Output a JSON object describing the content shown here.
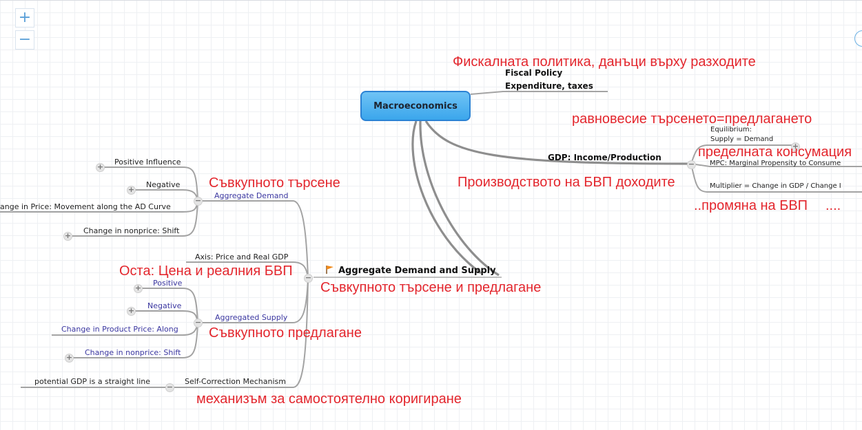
{
  "zoom": {
    "in_label": "+",
    "out_label": "−"
  },
  "root": {
    "label": "Macroeconomics"
  },
  "fiscal": {
    "line1": "Fiscal Policy",
    "line2": "Expenditure, taxes"
  },
  "gdp": {
    "label": "GDP: Income/Production",
    "equilibrium_line1": "Equilibrium:",
    "equilibrium_line2": "Supply = Demand",
    "mpc": "MPC: Marginal Propensity to Consume",
    "multiplier": "Multiplier = Change in GDP / Change I"
  },
  "ads": {
    "label": "Aggregate Demand and Supply",
    "demand": {
      "label": "Aggregate Demand",
      "positive": "Positive Influence",
      "negative": "Negative",
      "price_change": "ange in Price: Movement along the AD Curve",
      "nonprice": "Change in nonprice: Shift"
    },
    "axis": "Axis: Price and Real GDP",
    "supply": {
      "label": "Aggregated Supply",
      "positive": "Positive",
      "negative": "Negative",
      "price_change": "Change in Product Price: Along",
      "nonprice": "Change in nonprice: Shift"
    },
    "self_correction": "Self-Correction Mechanism",
    "potential": "potential GDP is a straight line"
  },
  "annotations": {
    "fiscal": "Фискалната политика, данъци върху разходите",
    "equilibrium": "равновесие търсенето=предлагането",
    "mpc": "пределната консумация",
    "production": "Производството на БВП доходите",
    "change": "..промяна на БВП",
    "dots": "....",
    "aggregate_demand": "Съвкупното търсене",
    "axis": "Оста: Цена и реалния БВП",
    "ads": "Съвкупното търсене и предлагане",
    "aggregate_supply": "Съвкупното предлагане",
    "self_correction": "механизъм за самостоятелно коригиране"
  },
  "colors": {
    "root_fill": "#3ba6ec",
    "annotation": "#e3262d",
    "subtopic_blue": "#3a36a0"
  }
}
